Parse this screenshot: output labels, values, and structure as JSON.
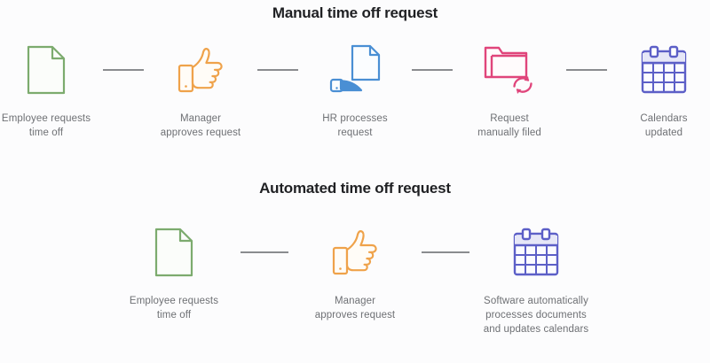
{
  "page": {
    "background_color": "#fcfcfd",
    "label_color": "#6e7074",
    "title_color": "#1f2023",
    "connector_color": "#8a8c8f"
  },
  "sections": [
    {
      "id": "manual",
      "title": "Manual time off request",
      "steps": [
        {
          "icon": "document-icon",
          "color": "#7cab6e",
          "label": "Employee requests\ntime off"
        },
        {
          "icon": "thumbs-up-icon",
          "color": "#efa24a",
          "label": "Manager\napproves request"
        },
        {
          "icon": "document-stapler-icon",
          "color": "#4a8fd4",
          "label": "HR processes\nrequest"
        },
        {
          "icon": "folder-refresh-icon",
          "color": "#e0457b",
          "label": "Request\nmanually filed"
        },
        {
          "icon": "calendar-icon",
          "color": "#5c5fc7",
          "label": "Calendars\nupdated"
        }
      ]
    },
    {
      "id": "automated",
      "title": "Automated time off request",
      "steps": [
        {
          "icon": "document-icon",
          "color": "#7cab6e",
          "label": "Employee requests\ntime off"
        },
        {
          "icon": "thumbs-up-icon",
          "color": "#efa24a",
          "label": "Manager\napproves request"
        },
        {
          "icon": "calendar-icon",
          "color": "#5c5fc7",
          "label": "Software automatically\nprocesses documents\nand updates calendars"
        }
      ]
    }
  ]
}
